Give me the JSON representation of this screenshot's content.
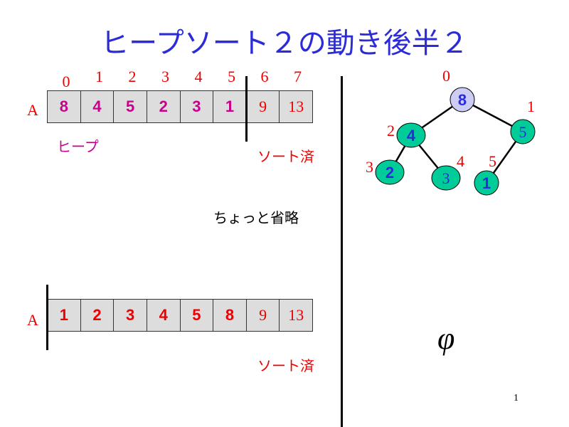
{
  "title": "ヒープソート２の動き後半２",
  "array_label": "A",
  "indices": [
    "0",
    "1",
    "2",
    "3",
    "4",
    "5",
    "6",
    "7"
  ],
  "array_before": [
    {
      "v": "8",
      "heap": true
    },
    {
      "v": "4",
      "heap": true
    },
    {
      "v": "5",
      "heap": true
    },
    {
      "v": "2",
      "heap": true
    },
    {
      "v": "3",
      "heap": true
    },
    {
      "v": "1",
      "heap": true
    },
    {
      "v": "9",
      "heap": false
    },
    {
      "v": "13",
      "heap": false
    }
  ],
  "heap_label": "ヒープ",
  "sorted_label": "ソート済",
  "omitted_label": "ちょっと省略",
  "array_after": [
    "1",
    "2",
    "3",
    "4",
    "5",
    "8",
    "9",
    "13"
  ],
  "tree": {
    "nodes": [
      {
        "v": "8",
        "i": "0"
      },
      {
        "v": "4",
        "i": "1"
      },
      {
        "v": "5",
        "i": "2"
      },
      {
        "v": "2",
        "i": "3"
      },
      {
        "v": "3",
        "i": "4"
      },
      {
        "v": "1",
        "i": "5"
      }
    ]
  },
  "empty_symbol": "φ",
  "page_number": "1"
}
